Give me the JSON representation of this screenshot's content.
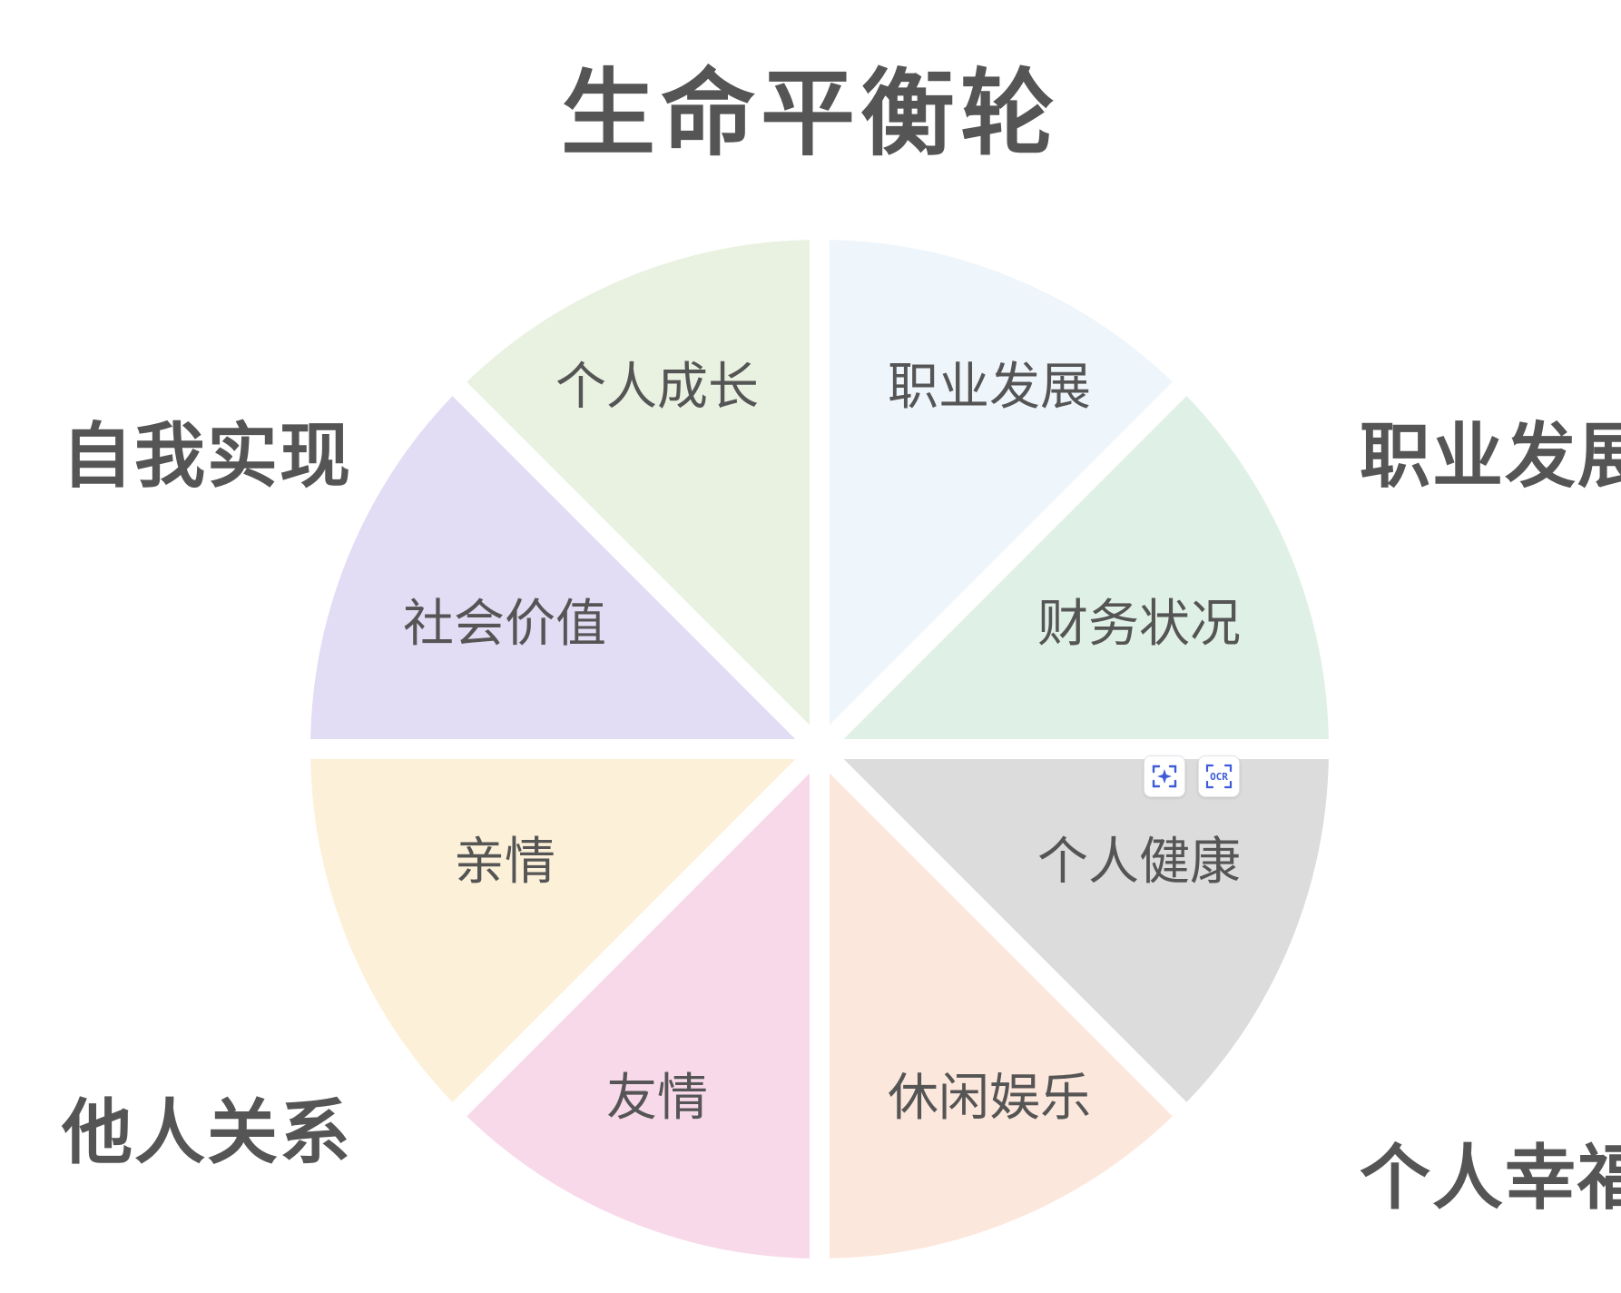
{
  "title": "生命平衡轮",
  "corner_labels": {
    "top_left": "自我实现",
    "top_right": "职业发展",
    "bottom_left": "他人关系",
    "bottom_right": "个人幸福"
  },
  "wheel": {
    "segments": [
      {
        "label": "职业发展",
        "color": "#eef5fb"
      },
      {
        "label": "财务状况",
        "color": "#dff0e6"
      },
      {
        "label": "个人健康",
        "color": "#dcdcdc"
      },
      {
        "label": "休闲娱乐",
        "color": "#fce7dc"
      },
      {
        "label": "友情",
        "color": "#f8d9ea"
      },
      {
        "label": "亲情",
        "color": "#fcf0d9"
      },
      {
        "label": "社会价值",
        "color": "#e3dcf5"
      },
      {
        "label": "个人成长",
        "color": "#e9f2e1"
      }
    ]
  },
  "toolbar": {
    "scan_icon": "scan-sparkle-icon",
    "ocr_icon": "ocr-icon",
    "ocr_text": "OCR",
    "accent": "#3f5bd8"
  }
}
